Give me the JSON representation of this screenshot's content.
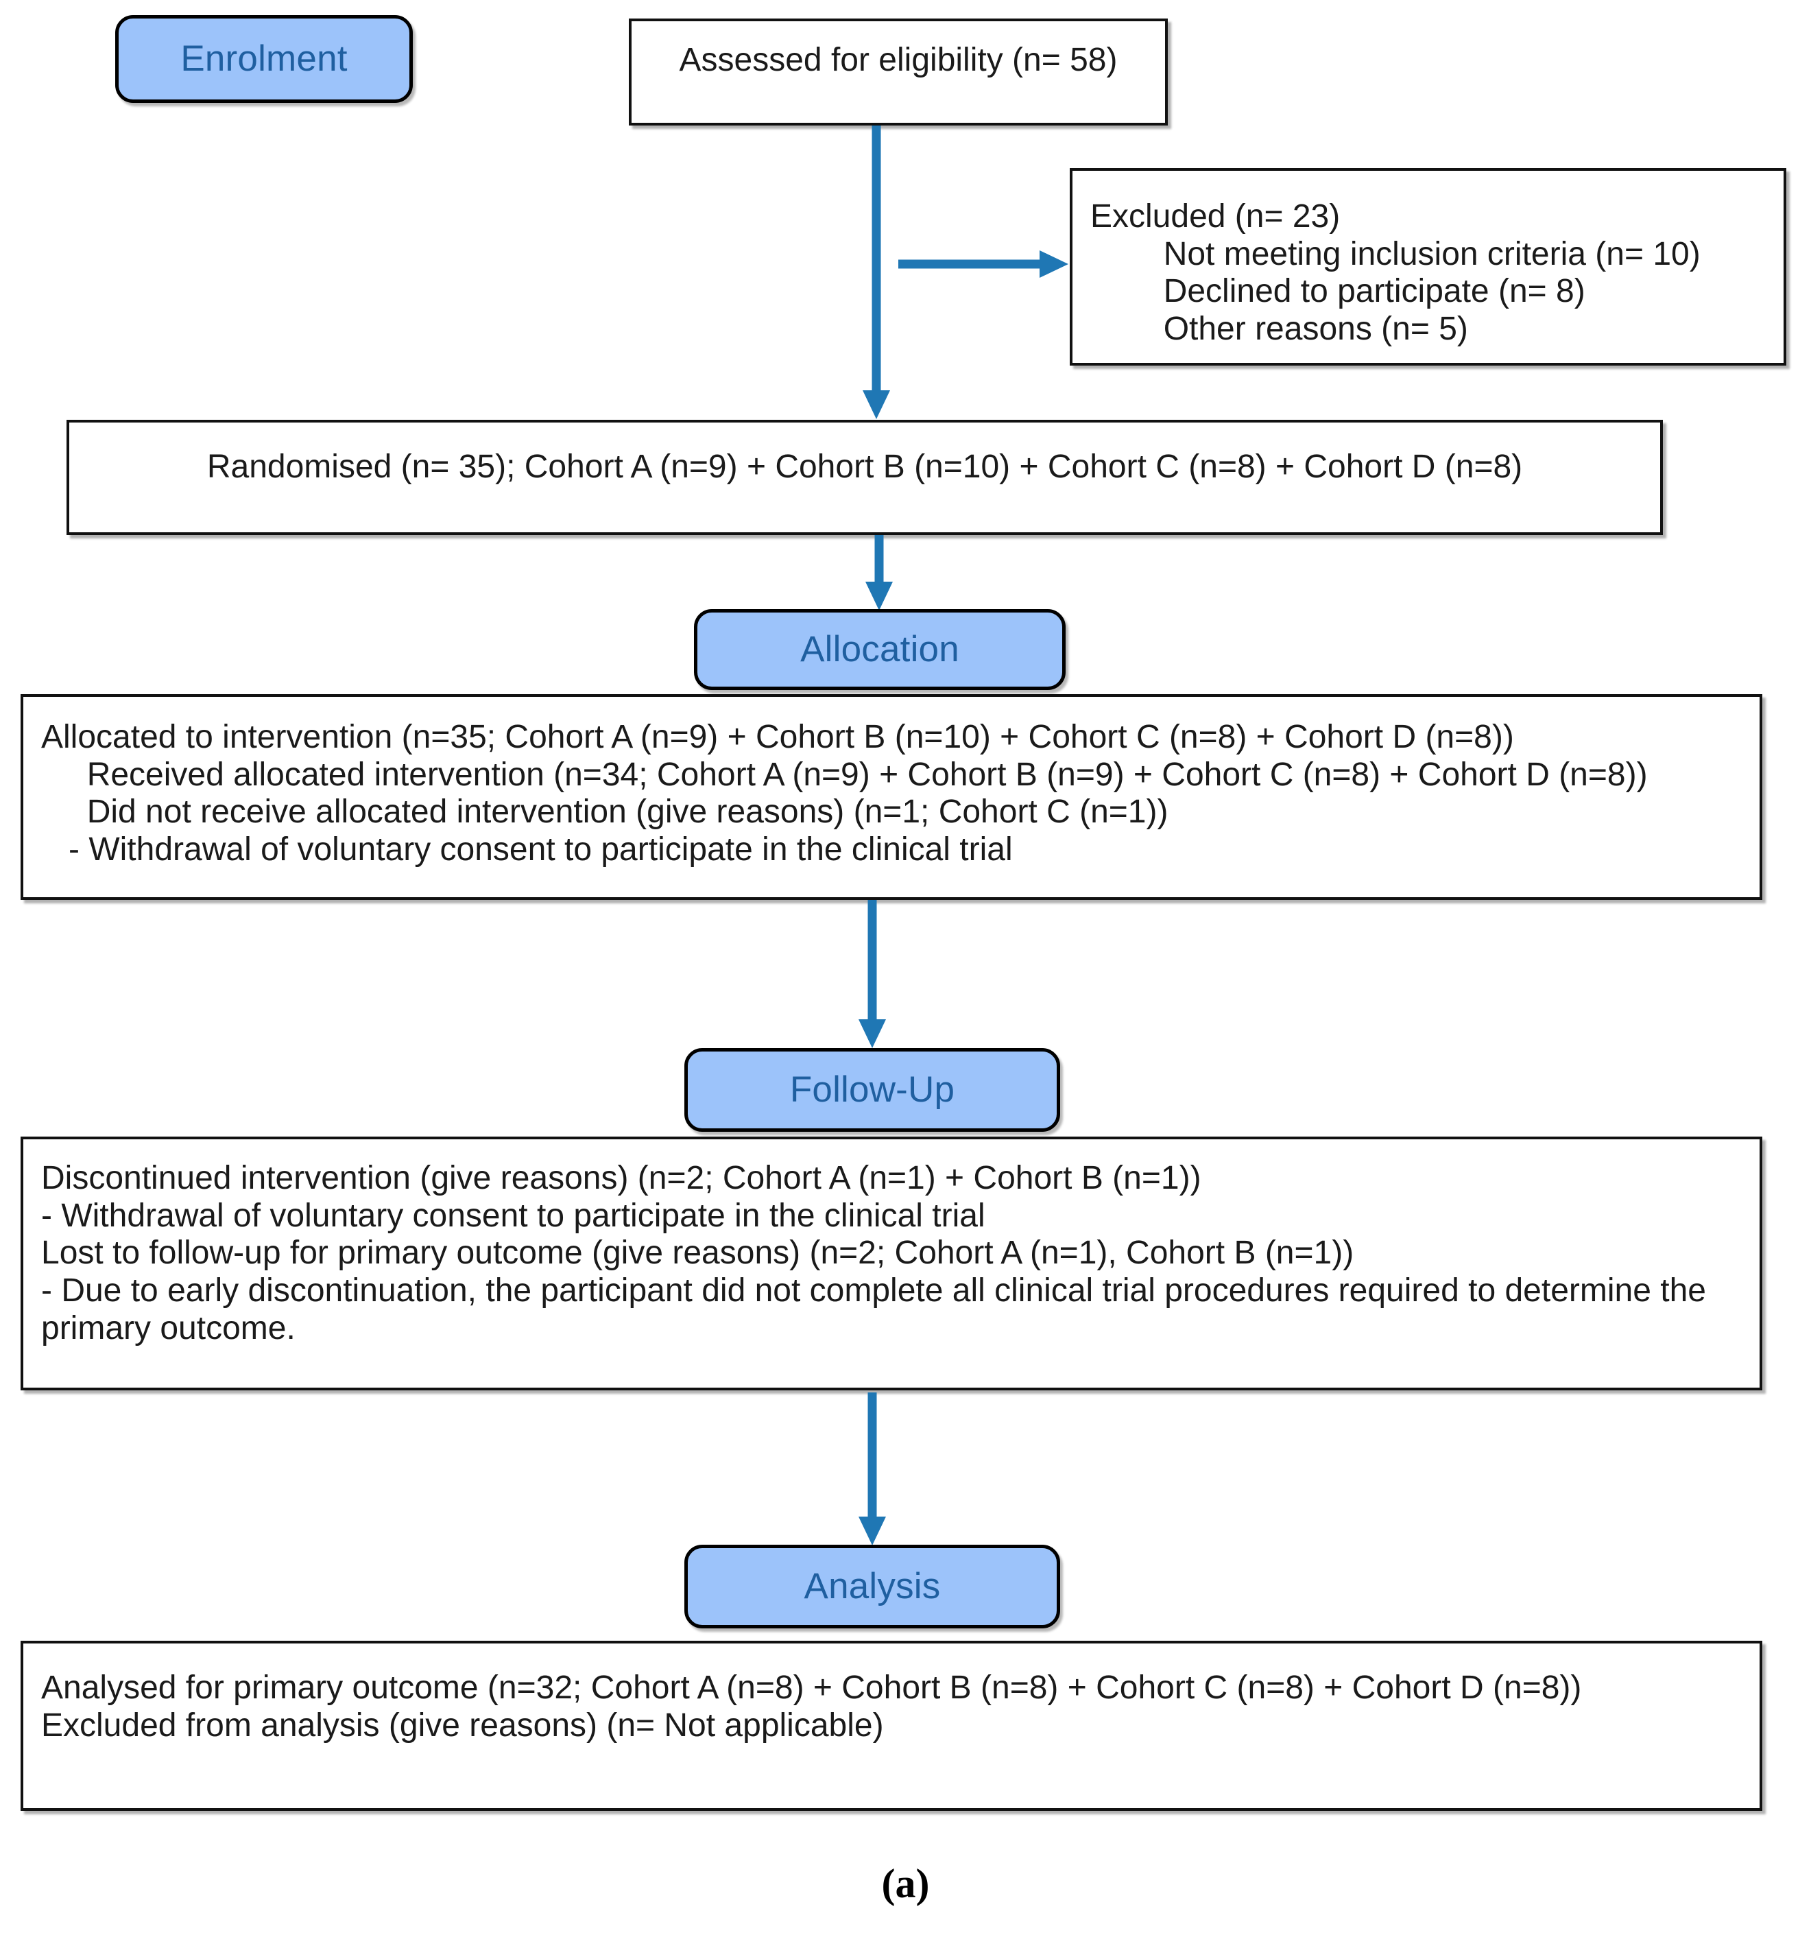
{
  "figure": {
    "caption": "(a)",
    "accent_blue": "#1F77B4",
    "pill_fill": "#9CC3FA",
    "pill_text_color": "#1F5FA0",
    "box_border_color": "#111111"
  },
  "stages": [
    {
      "id": "enrolment",
      "label": "Enrolment"
    },
    {
      "id": "allocation",
      "label": "Allocation"
    },
    {
      "id": "followup",
      "label": "Follow-Up"
    },
    {
      "id": "analysis",
      "label": "Analysis"
    }
  ],
  "boxes": {
    "assessed": {
      "text": "Assessed for eligibility (n= 58)"
    },
    "excluded": {
      "text": "Excluded (n= 23)\n        Not meeting inclusion criteria (n= 10)\n        Declined to participate (n= 8)\n        Other reasons (n= 5)"
    },
    "randomised": {
      "text": "Randomised (n= 35); Cohort A (n=9) + Cohort B (n=10) + Cohort C (n=8) + Cohort D (n=8)"
    },
    "allocated": {
      "text": "Allocated to intervention (n=35; Cohort A (n=9) + Cohort B (n=10) + Cohort C (n=8) + Cohort D (n=8))\n     Received allocated intervention (n=34; Cohort A (n=9) + Cohort B (n=9) + Cohort C (n=8) + Cohort D (n=8))\n     Did not receive allocated intervention (give reasons) (n=1; Cohort C (n=1))\n   - Withdrawal of voluntary consent to participate in the clinical trial"
    },
    "followup_details": {
      "text": "Discontinued intervention (give reasons) (n=2; Cohort A (n=1) + Cohort B (n=1))\n- Withdrawal of voluntary consent to participate in the clinical trial\nLost to follow-up for primary outcome (give reasons) (n=2; Cohort A (n=1), Cohort B (n=1))\n- Due to early discontinuation, the participant did not complete all clinical trial procedures required to determine the primary outcome."
    },
    "analysis_details": {
      "text": "Analysed for primary outcome (n=32; Cohort A (n=8) + Cohort B (n=8) + Cohort C (n=8) + Cohort D (n=8))\nExcluded from analysis (give reasons) (n= Not applicable)"
    }
  },
  "chart_data": {
    "type": "diagram",
    "title": "CONSORT participant flow diagram",
    "nodes": [
      {
        "id": "enrolment",
        "kind": "stage-pill",
        "label": "Enrolment"
      },
      {
        "id": "assessed",
        "kind": "box",
        "label": "Assessed for eligibility (n= 58)",
        "n": 58
      },
      {
        "id": "excluded",
        "kind": "box",
        "label": "Excluded (n= 23)",
        "n": 23,
        "reasons": [
          {
            "label": "Not meeting inclusion criteria",
            "n": 10
          },
          {
            "label": "Declined to participate",
            "n": 8
          },
          {
            "label": "Other reasons",
            "n": 5
          }
        ]
      },
      {
        "id": "randomised",
        "kind": "box",
        "label": "Randomised (n= 35)",
        "n": 35,
        "cohorts": {
          "Cohort A": 9,
          "Cohort B": 10,
          "Cohort C": 8,
          "Cohort D": 8
        }
      },
      {
        "id": "allocation",
        "kind": "stage-pill",
        "label": "Allocation"
      },
      {
        "id": "allocated",
        "kind": "box",
        "label": "Allocated to intervention",
        "n": 35,
        "cohorts": {
          "Cohort A": 9,
          "Cohort B": 10,
          "Cohort C": 8,
          "Cohort D": 8
        },
        "received": {
          "n": 34,
          "cohorts": {
            "Cohort A": 9,
            "Cohort B": 9,
            "Cohort C": 8,
            "Cohort D": 8
          }
        },
        "not_received": {
          "n": 1,
          "cohorts": {
            "Cohort C": 1
          },
          "reason": "Withdrawal of voluntary consent to participate in the clinical trial"
        }
      },
      {
        "id": "followup",
        "kind": "stage-pill",
        "label": "Follow-Up"
      },
      {
        "id": "followup_details",
        "kind": "box",
        "discontinued": {
          "n": 2,
          "cohorts": {
            "Cohort A": 1,
            "Cohort B": 1
          },
          "reason": "Withdrawal of voluntary consent to participate in the clinical trial"
        },
        "lost_to_followup": {
          "n": 2,
          "cohorts": {
            "Cohort A": 1,
            "Cohort B": 1
          },
          "reason": "Due to early discontinuation, the participant did not complete all clinical trial procedures required to determine the primary outcome."
        }
      },
      {
        "id": "analysis",
        "kind": "stage-pill",
        "label": "Analysis"
      },
      {
        "id": "analysis_details",
        "kind": "box",
        "label": "Analysed for primary outcome",
        "n": 32,
        "cohorts": {
          "Cohort A": 8,
          "Cohort B": 8,
          "Cohort C": 8,
          "Cohort D": 8
        },
        "excluded_from_analysis": "Not applicable"
      }
    ],
    "edges": [
      {
        "from": "assessed",
        "to": "randomised",
        "orientation": "vertical"
      },
      {
        "from": "assessed",
        "to": "excluded",
        "orientation": "horizontal"
      },
      {
        "from": "randomised",
        "to": "allocation",
        "orientation": "vertical"
      },
      {
        "from": "allocated",
        "to": "followup",
        "orientation": "vertical"
      },
      {
        "from": "followup_details",
        "to": "analysis",
        "orientation": "vertical"
      }
    ]
  }
}
